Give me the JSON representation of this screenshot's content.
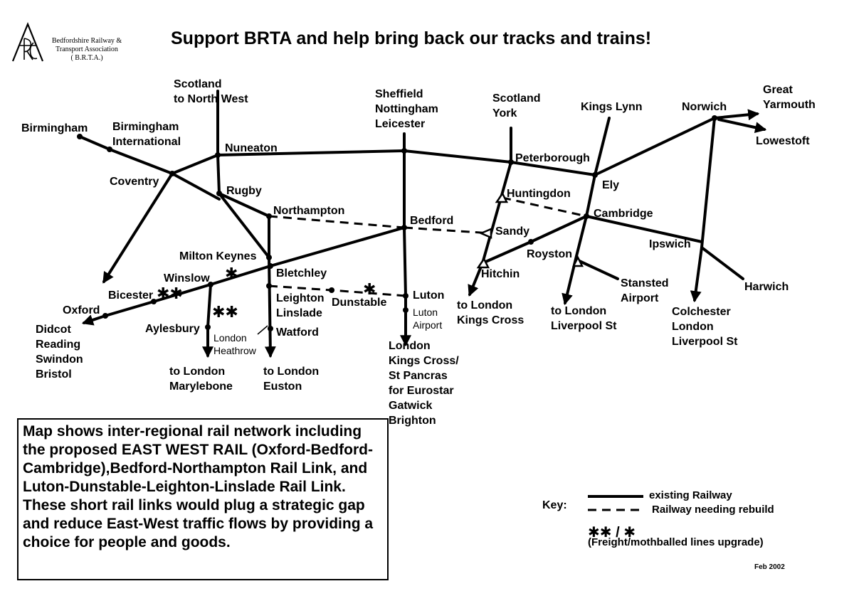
{
  "header": {
    "organisation_lines": [
      "Bedfordshire Railway &",
      "Transport Association",
      "( B.R.T.A.)"
    ],
    "headline": "Support BRTA and help bring back our tracks and trains!"
  },
  "map": {
    "places": {
      "scotland_nw": "Scotland\nto North West",
      "sheffield": "Sheffield\nNottingham\nLeicester",
      "scotland_york": "Scotland\nYork",
      "kings_lynn": "Kings Lynn",
      "norwich": "Norwich",
      "great_yarmouth": "Great\nYarmouth",
      "lowestoft": "Lowestoft",
      "birmingham": "Birmingham",
      "birmingham_intl": "Birmingham\nInternational",
      "nuneaton": "Nuneaton",
      "peterborough": "Peterborough",
      "ely": "Ely",
      "coventry": "Coventry",
      "rugby": "Rugby",
      "huntingdon": "Huntingdon",
      "northampton": "Northampton",
      "cambridge": "Cambridge",
      "bedford": "Bedford",
      "sandy": "Sandy",
      "ipswich": "Ipswich",
      "milton_keynes": "Milton Keynes",
      "royston": "Royston",
      "winslow": "Winslow",
      "bletchley": "Bletchley",
      "hitchin": "Hitchin",
      "stansted": "Stansted\nAirport",
      "harwich": "Harwich",
      "bicester": "Bicester",
      "leighton": "Leighton\nLinslade",
      "luton": "Luton",
      "luton_airport": "Luton\nAirport",
      "dunstable": "Dunstable",
      "oxford": "Oxford",
      "to_kings_cross": "to London\nKings Cross",
      "to_liverpool_st": "to London\nLiverpool St",
      "colchester": "Colchester\nLondon\nLiverpool St",
      "didcot": "Didcot\nReading\nSwindon\nBristol",
      "aylesbury": "Aylesbury",
      "london_heathrow": "London\nHeathrow",
      "watford": "Watford",
      "london_kx": "London\nKings Cross/\nSt Pancras\nfor Eurostar\nGatwick\nBrighton",
      "to_marylebone": "to London\nMarylebone",
      "to_euston": "to London\nEuston"
    }
  },
  "info_text": "Map shows inter-regional rail network including the proposed EAST WEST RAIL (Oxford-Bedford- Cambridge),Bedford-Northampton Rail Link, and Luton-Dunstable-Leighton-Linslade Rail Link. These short rail links would plug a strategic gap and reduce East-West traffic flows by providing a choice for people and goods.",
  "key": {
    "title": "Key:",
    "existing": "existing Railway",
    "rebuild": "Railway needing rebuild",
    "freight_symbols": "/",
    "freight": "(Freight/mothballed lines upgrade)"
  },
  "date": "Feb 2002"
}
